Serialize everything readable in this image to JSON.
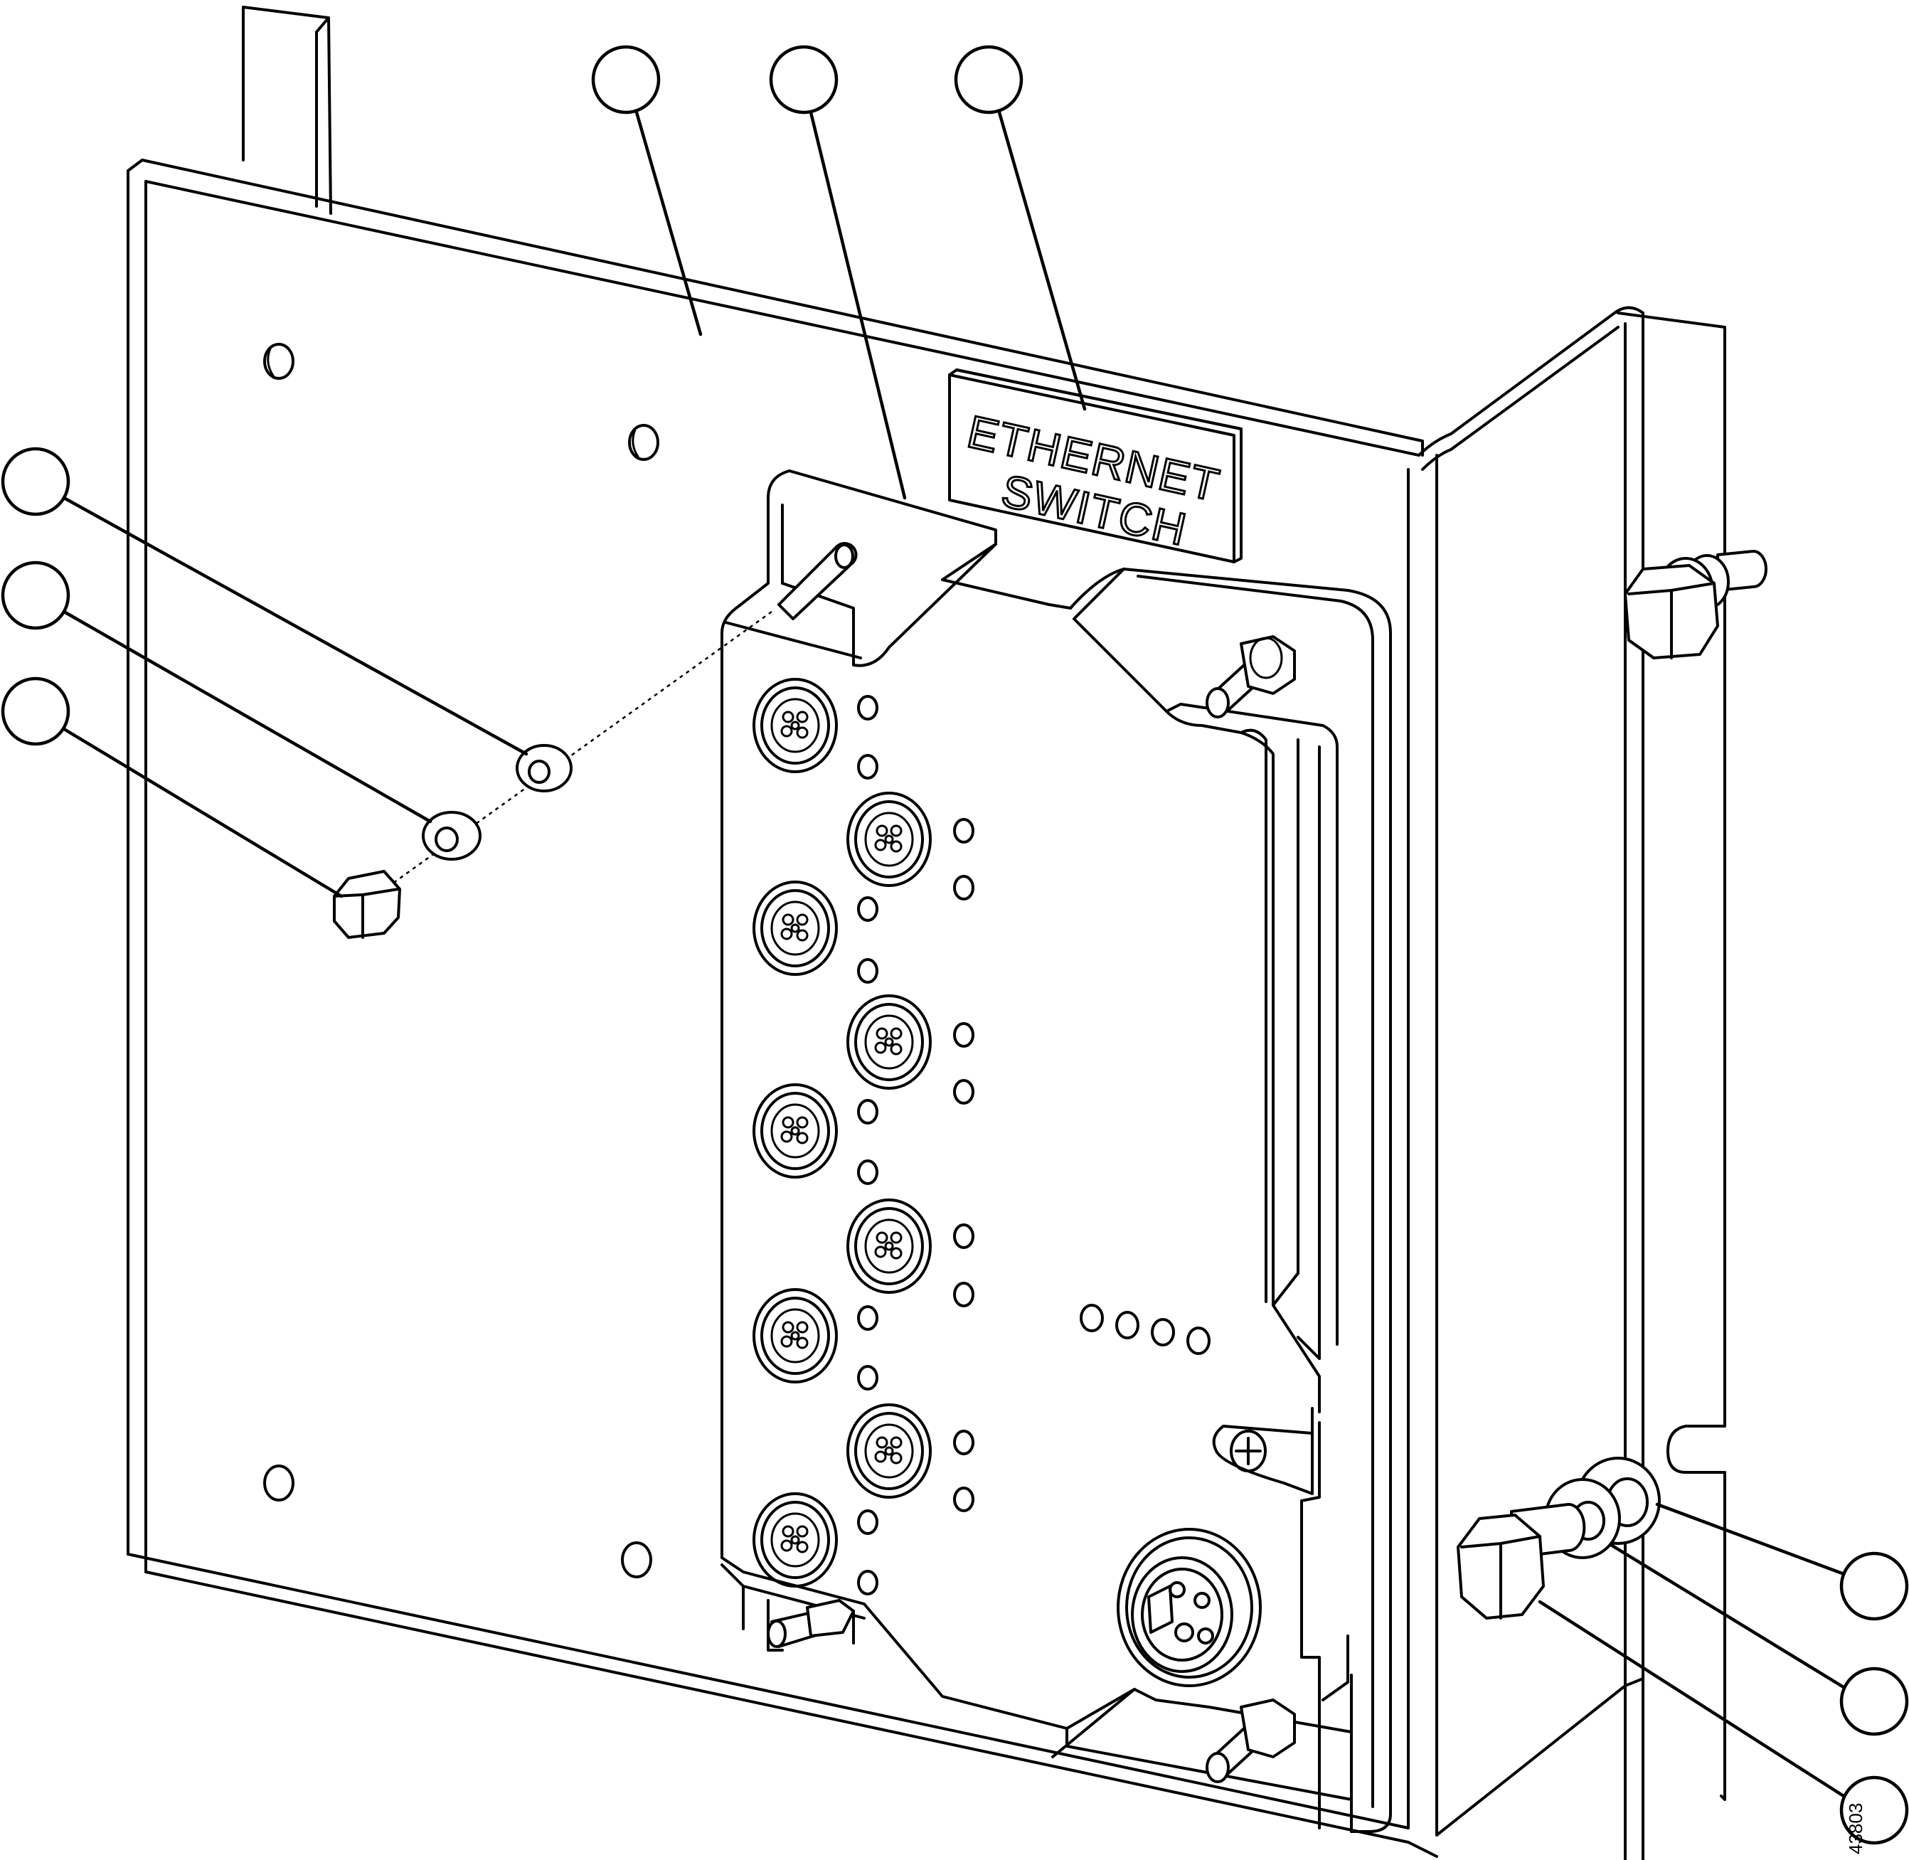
{
  "label_plate": {
    "line1": "ETHERNET",
    "line2": "SWITCH"
  },
  "figure_number": "43803"
}
